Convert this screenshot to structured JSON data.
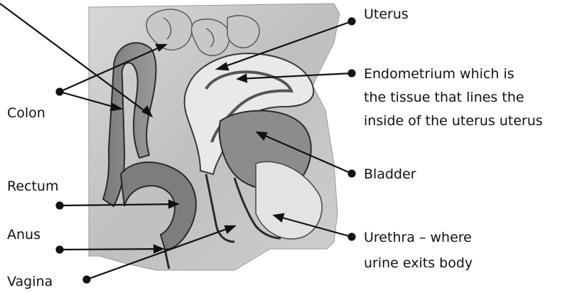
{
  "labels": {
    "colon": "Colon",
    "rectum": "Rectum",
    "anus": "Anus",
    "vagina": "Vagina",
    "uterus": "Uterus",
    "endometrium_line1": "Endometrium which is",
    "endometrium_line2": "the tissue that lines the",
    "endometrium_line3": "inside of the uterus uterus",
    "bladder": "Bladder",
    "urethra_line1": "Urethra – where",
    "urethra_line2": "urine exits body"
  },
  "colors": {
    "ink": "#111111",
    "tissue_light": "#e9e9e9",
    "tissue_mid": "#bdbdbd",
    "tissue_dark": "#6f6f6f",
    "cavity": "#8a8a8a"
  }
}
